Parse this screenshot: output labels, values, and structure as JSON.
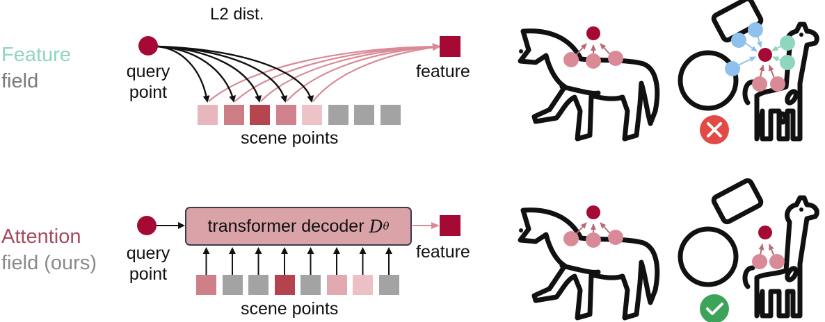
{
  "colors": {
    "accent_red": "#a50a35",
    "link_pink": "#d98a96",
    "teal": "#8fd6bf",
    "blue": "#8fc1ee",
    "gray_square": "#a3a3a3",
    "fail_red": "#e24a45",
    "ok_green": "#3da35a"
  },
  "top_row": {
    "title_line1": "Feature",
    "title_line2": "field",
    "title_line1_color": "#8fd6bf",
    "title_line2_color": "#7a7a7a",
    "query_label_line1": "query",
    "query_label_line2": "point",
    "distance_label": "L2 dist.",
    "feature_label": "feature",
    "scene_label": "scene points",
    "scene_squares": [
      "#e8b7bd",
      "#cc7d86",
      "#b5454f",
      "#d0838c",
      "#eec3c8",
      "#a3a3a3",
      "#a3a3a3",
      "#a3a3a3"
    ],
    "connected_count": 5,
    "result_icon": "cross-icon"
  },
  "bottom_row": {
    "title_line1": "Attention",
    "title_line2": "field (ours)",
    "title_line1_color": "#a84a5e",
    "title_line2_color": "#8a8a8a",
    "query_label_line1": "query",
    "query_label_line2": "point",
    "decoder_text": "transformer decoder ",
    "decoder_symbol": "D",
    "decoder_subscript": "θ",
    "feature_label": "feature",
    "scene_label": "scene points",
    "scene_squares": [
      "#cf7f88",
      "#a3a3a3",
      "#a3a3a3",
      "#b3434e",
      "#a3a3a3",
      "#e2a9b0",
      "#ecc1c6",
      "#a3a3a3"
    ],
    "result_icon": "check-icon"
  }
}
